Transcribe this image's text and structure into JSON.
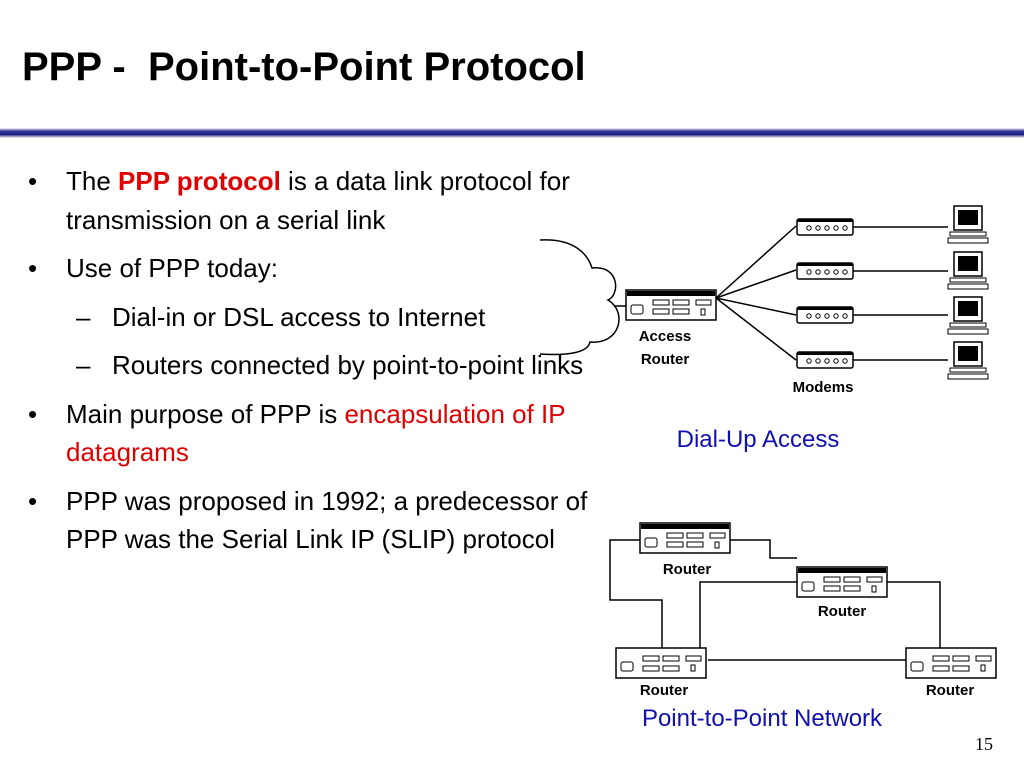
{
  "slide": {
    "title": "PPP -  Point-to-Point Protocol",
    "page_number": "15"
  },
  "bullets": {
    "mark": "•",
    "sub_mark": "–",
    "b1": {
      "prefix": "The ",
      "highlight": "PPP protocol",
      "suffix": " is a data link protocol for transmission on a serial link"
    },
    "b2": "Use of PPP today:",
    "b2_sub1": "Dial-in or DSL access to Internet",
    "b2_sub2": "Routers connected by point-to-point links",
    "b3": {
      "text": "Main purpose of PPP is ",
      "highlight": "encapsulation of IP datagrams"
    },
    "b4": "PPP was proposed in 1992; a predecessor of PPP was  the Serial Link IP (SLIP) protocol"
  },
  "dialup": {
    "access_router_line1": "Access",
    "access_router_line2": "Router",
    "modems_label": "Modems",
    "caption": "Dial-Up Access"
  },
  "p2p": {
    "router_label": "Router",
    "caption": "Point-to-Point Network"
  },
  "colors": {
    "accent_red": "#e00000",
    "caption_blue": "#1010b0",
    "title_rule_navy": "#1a1a7a"
  }
}
